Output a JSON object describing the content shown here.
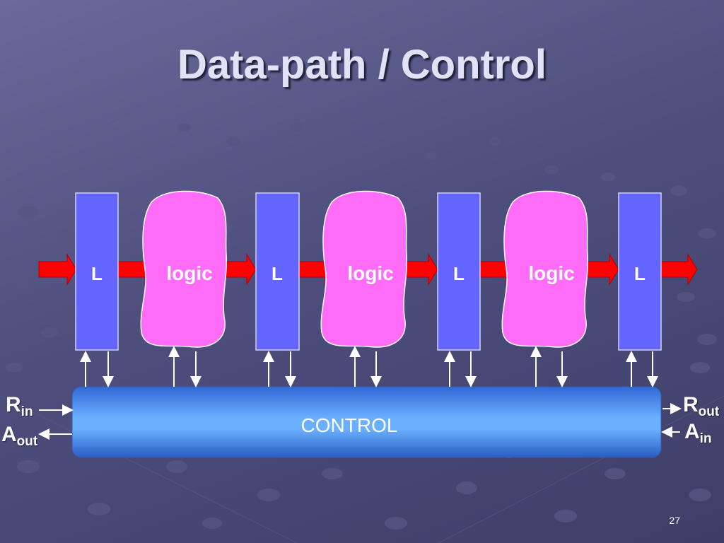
{
  "slide": {
    "title": "Data-path / Control",
    "number": "27"
  },
  "pipeline": {
    "latch_label": "L",
    "logic_label": "logic",
    "control_label": "CONTROL"
  },
  "signals": {
    "r_in": {
      "base": "R",
      "sub": "in"
    },
    "a_out": {
      "base": "A",
      "sub": "out"
    },
    "r_out": {
      "base": "R",
      "sub": "out"
    },
    "a_in": {
      "base": "A",
      "sub": "in"
    }
  },
  "colors": {
    "latch": "#6464ff",
    "logic": "#ff6cf8",
    "data_arrow": "#ff0000",
    "control_light": "#6ab0ff",
    "control_dark": "#2a5cc4"
  }
}
